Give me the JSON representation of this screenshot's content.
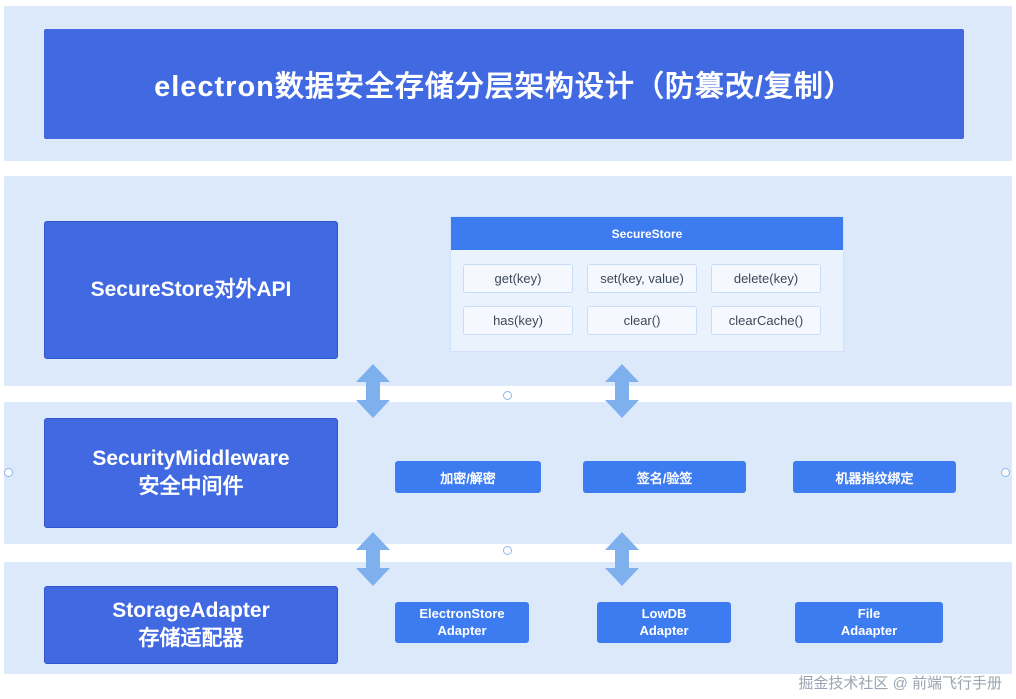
{
  "title": "electron数据安全存储分层架构设计（防篡改/复制）",
  "layers": [
    {
      "name": "api",
      "label": "SecureStore对外API"
    },
    {
      "name": "mid",
      "label": "SecurityMiddleware\n安全中间件"
    },
    {
      "name": "store",
      "label": "StorageAdapter\n存储适配器"
    }
  ],
  "layer_labels": {
    "api": "SecureStore对外API",
    "mid_line1": "SecurityMiddleware",
    "mid_line2": "安全中间件",
    "store_line1": "StorageAdapter",
    "store_line2": "存储适配器"
  },
  "api_panel": {
    "header": "SecureStore",
    "methods": [
      "get(key)",
      "set(key, value)",
      "delete(key)",
      "has(key)",
      "clear()",
      "clearCache()"
    ]
  },
  "middleware_items": [
    "加密/解密",
    "签名/验签",
    "机器指纹绑定"
  ],
  "adapters": [
    {
      "line1": "ElectronStore",
      "line2": "Adapter"
    },
    {
      "line1": "LowDB",
      "line2": "Adapter"
    },
    {
      "line1": "File",
      "line2": "Adaapter"
    }
  ],
  "watermark": "掘金技术社区 @ 前端飞行手册",
  "colors": {
    "band": "#dce9fb",
    "primary": "#4169e1",
    "chip": "#3d7bf0",
    "arrow": "#7fb0ee",
    "panel_bg": "#eaf2fe"
  }
}
